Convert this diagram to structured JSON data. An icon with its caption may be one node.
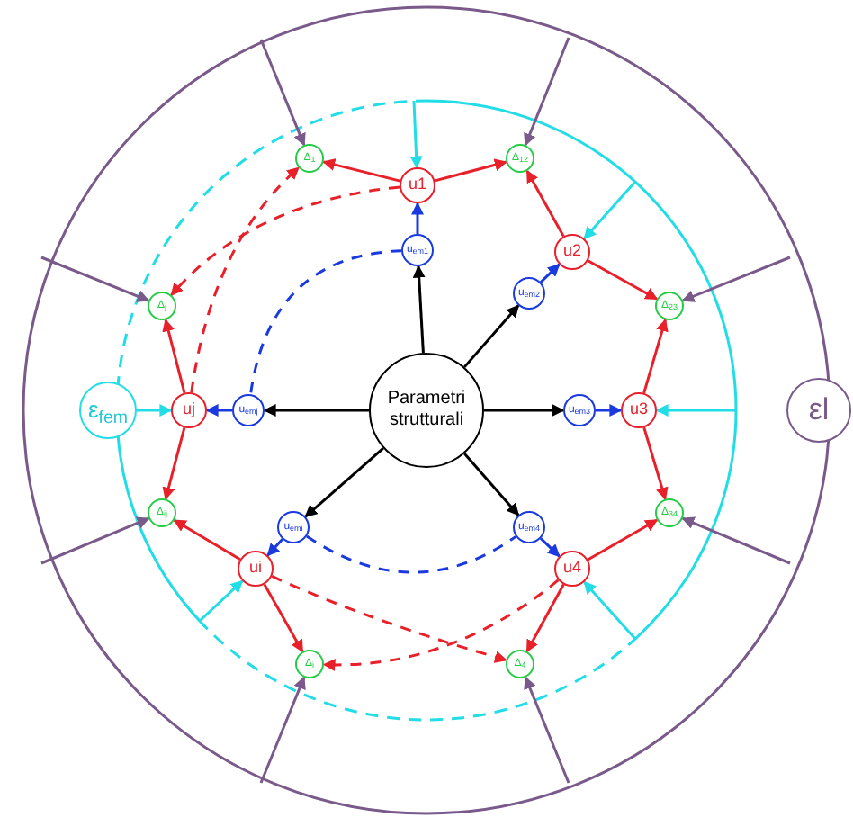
{
  "diagram": {
    "nodes": [
      {
        "text": [
          "Parametri strutturali"
        ]
      },
      {
        "text": [
          "u1"
        ]
      },
      {
        "text": [
          "u2"
        ]
      },
      {
        "text": [
          "u3"
        ]
      },
      {
        "text": [
          "u4"
        ]
      },
      {
        "text": [
          "ui"
        ]
      },
      {
        "text": [
          "uj"
        ]
      },
      {
        "text": [
          "u$_{em1}$"
        ]
      },
      {
        "text": [
          "u$_{em2}$"
        ]
      },
      {
        "text": [
          "u$_{em3}$"
        ]
      },
      {
        "text": [
          "u$_{em4}$"
        ]
      },
      {
        "text": [
          "u$_{emi}$"
        ]
      },
      {
        "text": [
          "u$_{emj}$"
        ]
      },
      {
        "text": [
          "Δ$_{1}$"
        ]
      },
      {
        "text": [
          "Δ$_{12}$"
        ]
      },
      {
        "text": [
          "Δ$_{23}$"
        ]
      },
      {
        "text": [
          "Δ$_{34}$"
        ]
      },
      {
        "text": [
          "Δ$_{4}$"
        ]
      },
      {
        "text": [
          "Δ$_{i}$"
        ]
      },
      {
        "text": [
          "Δ$_{ij}$"
        ]
      },
      {
        "text": [
          "Δ$_{j}$"
        ]
      },
      {
        "text": [
          "ε$_{fem}$"
        ]
      },
      {
        "text": [
          "εl"
        ]
      }
    ],
    "edges": [
      {
        "from": 0,
        "to": 7,
        "arrow": "to",
        "color": "#000000"
      },
      {
        "from": 0,
        "to": 8,
        "arrow": "to",
        "color": "#000000"
      },
      {
        "from": 0,
        "to": 9,
        "arrow": "to",
        "color": "#000000"
      },
      {
        "from": 0,
        "to": 10,
        "arrow": "to",
        "color": "#000000"
      },
      {
        "from": 0,
        "to": 11,
        "arrow": "to",
        "color": "#000000"
      },
      {
        "from": 0,
        "to": 12,
        "arrow": "to",
        "color": "#000000"
      },
      {
        "from": 7,
        "to": 1,
        "arrow": "to",
        "color": "#1a3adf"
      },
      {
        "from": 8,
        "to": 2,
        "arrow": "to",
        "color": "#1a3adf"
      },
      {
        "from": 9,
        "to": 3,
        "arrow": "to",
        "color": "#1a3adf"
      },
      {
        "from": 10,
        "to": 4,
        "arrow": "to",
        "color": "#1a3adf"
      },
      {
        "from": 11,
        "to": 5,
        "arrow": "to",
        "color": "#1a3adf"
      },
      {
        "from": 12,
        "to": 6,
        "arrow": "to",
        "color": "#1a3adf"
      },
      {
        "from": 1,
        "to": 13,
        "arrow": "to",
        "color": "#e8202a"
      },
      {
        "from": 1,
        "to": 14,
        "arrow": "to",
        "color": "#e8202a"
      },
      {
        "from": 2,
        "to": 14,
        "arrow": "to",
        "color": "#e8202a"
      },
      {
        "from": 2,
        "to": 15,
        "arrow": "to",
        "color": "#e8202a"
      },
      {
        "from": 3,
        "to": 15,
        "arrow": "to",
        "color": "#e8202a"
      },
      {
        "from": 3,
        "to": 16,
        "arrow": "to",
        "color": "#e8202a"
      },
      {
        "from": 4,
        "to": 16,
        "arrow": "to",
        "color": "#e8202a"
      },
      {
        "from": 4,
        "to": 17,
        "arrow": "to",
        "color": "#e8202a"
      },
      {
        "from": 5,
        "to": 18,
        "arrow": "to",
        "color": "#e8202a"
      },
      {
        "from": 5,
        "to": 19,
        "arrow": "to",
        "color": "#e8202a"
      },
      {
        "from": 6,
        "to": 19,
        "arrow": "to",
        "color": "#e8202a"
      },
      {
        "from": 6,
        "to": 20,
        "arrow": "to",
        "color": "#e8202a"
      },
      {
        "from": 6,
        "to": 13,
        "arrow": "to",
        "style": "dashed",
        "color": "#e8202a"
      },
      {
        "from": 1,
        "to": 20,
        "arrow": "to",
        "style": "dashed",
        "color": "#e8202a"
      },
      {
        "from": 5,
        "to": 17,
        "arrow": "to",
        "style": "dashed",
        "color": "#e8202a"
      },
      {
        "from": 4,
        "to": 18,
        "arrow": "to",
        "style": "dashed",
        "color": "#e8202a"
      },
      {
        "from": 7,
        "to": 12,
        "arrow": "none",
        "style": "dashed",
        "color": "#1a3adf"
      },
      {
        "from": 11,
        "to": 10,
        "arrow": "none",
        "style": "dashed",
        "color": "#1a3adf"
      },
      {
        "from": 21,
        "to": 6,
        "arrow": "to",
        "color": "#22dde6"
      },
      {
        "from": null,
        "to": 1,
        "arrow": "to",
        "color": "#22dde6"
      },
      {
        "from": null,
        "to": 2,
        "arrow": "to",
        "color": "#22dde6"
      },
      {
        "from": null,
        "to": 3,
        "arrow": "to",
        "color": "#22dde6"
      },
      {
        "from": null,
        "to": 4,
        "arrow": "to",
        "color": "#22dde6"
      },
      {
        "from": null,
        "to": 5,
        "arrow": "to",
        "color": "#22dde6"
      },
      {
        "from": null,
        "to": 13,
        "arrow": "to",
        "color": "#7a5a8a"
      },
      {
        "from": null,
        "to": 14,
        "arrow": "to",
        "color": "#7a5a8a"
      },
      {
        "from": null,
        "to": 15,
        "arrow": "to",
        "color": "#7a5a8a"
      },
      {
        "from": null,
        "to": 16,
        "arrow": "to",
        "color": "#7a5a8a"
      },
      {
        "from": null,
        "to": 17,
        "arrow": "to",
        "color": "#7a5a8a"
      },
      {
        "from": null,
        "to": 18,
        "arrow": "to",
        "color": "#7a5a8a"
      },
      {
        "from": null,
        "to": 19,
        "arrow": "to",
        "color": "#7a5a8a"
      },
      {
        "from": null,
        "to": 20,
        "arrow": "to",
        "color": "#7a5a8a"
      }
    ]
  }
}
